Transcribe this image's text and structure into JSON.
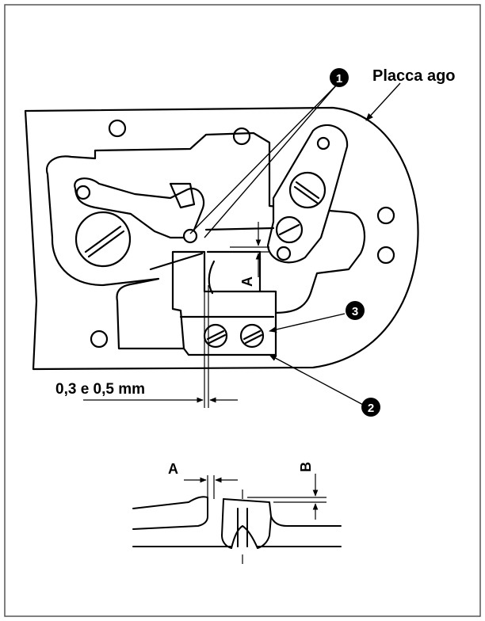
{
  "labels": {
    "needle_plate": "Placca ago",
    "callout_1": "1",
    "callout_2": "2",
    "callout_3": "3",
    "dim_A_top": "A",
    "dim_gap": "0,3 e 0,5 mm",
    "dim_A_bottom": "A",
    "dim_B": "B"
  },
  "colors": {
    "ink": "#000000",
    "paper": "#ffffff",
    "border": "#555555"
  }
}
